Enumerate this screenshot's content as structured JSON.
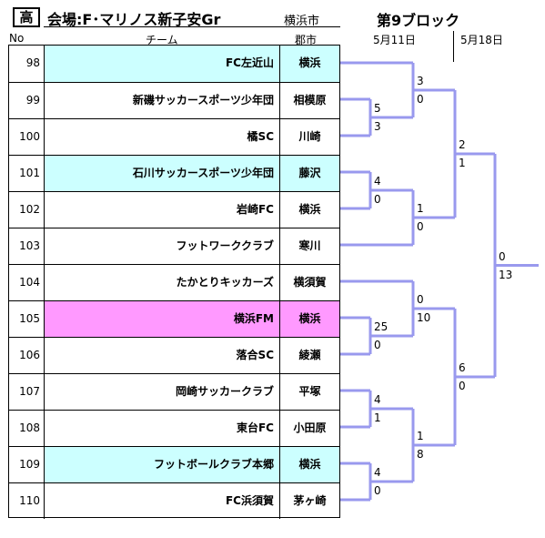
{
  "header": {
    "badge": "高",
    "venue": "会場:F･マリノス新子安Gr",
    "city": "横浜市",
    "block": "第9ブロック"
  },
  "columns": {
    "no": "No",
    "team": "チーム",
    "city": "郡市"
  },
  "dates": {
    "round1": "5月11日",
    "round2": "5月18日"
  },
  "teams": [
    {
      "no": "98",
      "name": "FC左近山",
      "city": "横浜",
      "highlight": "cyan"
    },
    {
      "no": "99",
      "name": "新磯サッカースポーツ少年団",
      "city": "相模原",
      "highlight": ""
    },
    {
      "no": "100",
      "name": "橘SC",
      "city": "川崎",
      "highlight": ""
    },
    {
      "no": "101",
      "name": "石川サッカースポーツ少年団",
      "city": "藤沢",
      "highlight": "cyan"
    },
    {
      "no": "102",
      "name": "岩崎FC",
      "city": "横浜",
      "highlight": ""
    },
    {
      "no": "103",
      "name": "フットワーククラブ",
      "city": "寒川",
      "highlight": ""
    },
    {
      "no": "104",
      "name": "たかとりキッカーズ",
      "city": "横須賀",
      "highlight": ""
    },
    {
      "no": "105",
      "name": "横浜FM",
      "city": "横浜",
      "highlight": "pink"
    },
    {
      "no": "106",
      "name": "落合SC",
      "city": "綾瀬",
      "highlight": ""
    },
    {
      "no": "107",
      "name": "岡崎サッカークラブ",
      "city": "平塚",
      "highlight": ""
    },
    {
      "no": "108",
      "name": "東台FC",
      "city": "小田原",
      "highlight": ""
    },
    {
      "no": "109",
      "name": "フットボールクラブ本郷",
      "city": "横浜",
      "highlight": "cyan"
    },
    {
      "no": "110",
      "name": "FC浜須賀",
      "city": "茅ヶ崎",
      "highlight": ""
    }
  ],
  "scores": {
    "m99_100": [
      "5",
      "3"
    ],
    "m98_w": [
      "3",
      "0"
    ],
    "m101_102": [
      "4",
      "0"
    ],
    "m_w_103": [
      "1",
      "0"
    ],
    "sf_top": [
      "2",
      "1"
    ],
    "m105_106": [
      "25",
      "0"
    ],
    "m104_w": [
      "0",
      "10"
    ],
    "m107_108": [
      "4",
      "1"
    ],
    "m109_110": [
      "4",
      "0"
    ],
    "m_w_w": [
      "1",
      "8"
    ],
    "sf_bottom": [
      "6",
      "0"
    ],
    "final": [
      "0",
      "13"
    ]
  },
  "colors": {
    "bracket": "#9999ee",
    "cyan": "#ccffff",
    "pink": "#ff99ff"
  }
}
